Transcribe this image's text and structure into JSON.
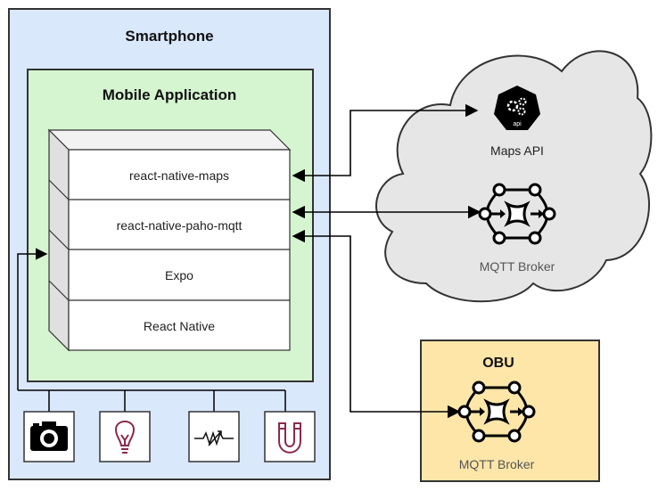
{
  "smartphone": {
    "title": "Smartphone"
  },
  "mobile_app": {
    "title": "Mobile Application",
    "layers": [
      {
        "label": "react-native-maps"
      },
      {
        "label": "react-native-paho-mqtt"
      },
      {
        "label": "Expo"
      },
      {
        "label": "React Native"
      }
    ]
  },
  "sensors": [
    {
      "icon": "camera-icon"
    },
    {
      "icon": "lightbulb-icon"
    },
    {
      "icon": "resistor-icon"
    },
    {
      "icon": "magnet-icon"
    }
  ],
  "cloud": {
    "maps_api": {
      "label": "Maps API",
      "badge": "api",
      "icon": "api-gears-icon"
    },
    "mqtt_broker": {
      "label": "MQTT Broker",
      "icon": "mqtt-broker-icon"
    }
  },
  "obu": {
    "title": "OBU",
    "broker": {
      "label": "MQTT Broker",
      "icon": "mqtt-broker-icon"
    }
  },
  "colors": {
    "smartphone_fill": "#dae8fc",
    "app_fill": "#d5f5d0",
    "cloud_fill": "#e6e6e6",
    "obu_fill": "#fde6a8",
    "stroke": "#333333"
  }
}
